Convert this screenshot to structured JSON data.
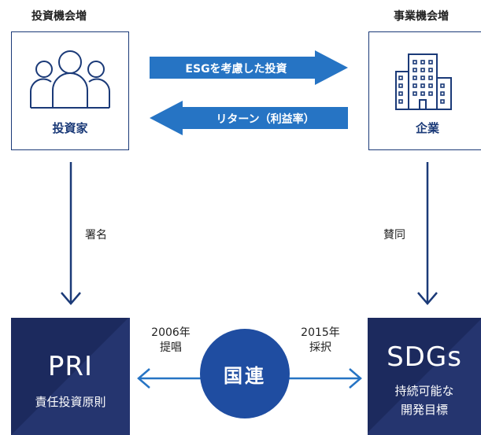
{
  "labels": {
    "investor_increase": "投資機会増",
    "business_increase": "事業機会増",
    "investor": "投資家",
    "company": "企業",
    "esg_arrow": "ESGを考慮した投資",
    "return_arrow": "リターン（利益率）",
    "signature": "署名",
    "endorse": "賛同",
    "pri_title": "PRI",
    "pri_sub": "責任投資原則",
    "sdgs_title": "SDGs",
    "sdgs_sub_1": "持続可能な",
    "sdgs_sub_2": "開発目標",
    "un": "国連",
    "year_2006": "2006年",
    "year_2006_action": "提唱",
    "year_2015": "2015年",
    "year_2015_action": "採択"
  },
  "colors": {
    "primary": "#1b3a78",
    "arrow_blue": "#2674c4",
    "un_blue": "#1f4da1",
    "dark_navy": "#1c2a5e"
  },
  "icons": {
    "investor": "people-group-icon",
    "company": "office-building-icon"
  }
}
